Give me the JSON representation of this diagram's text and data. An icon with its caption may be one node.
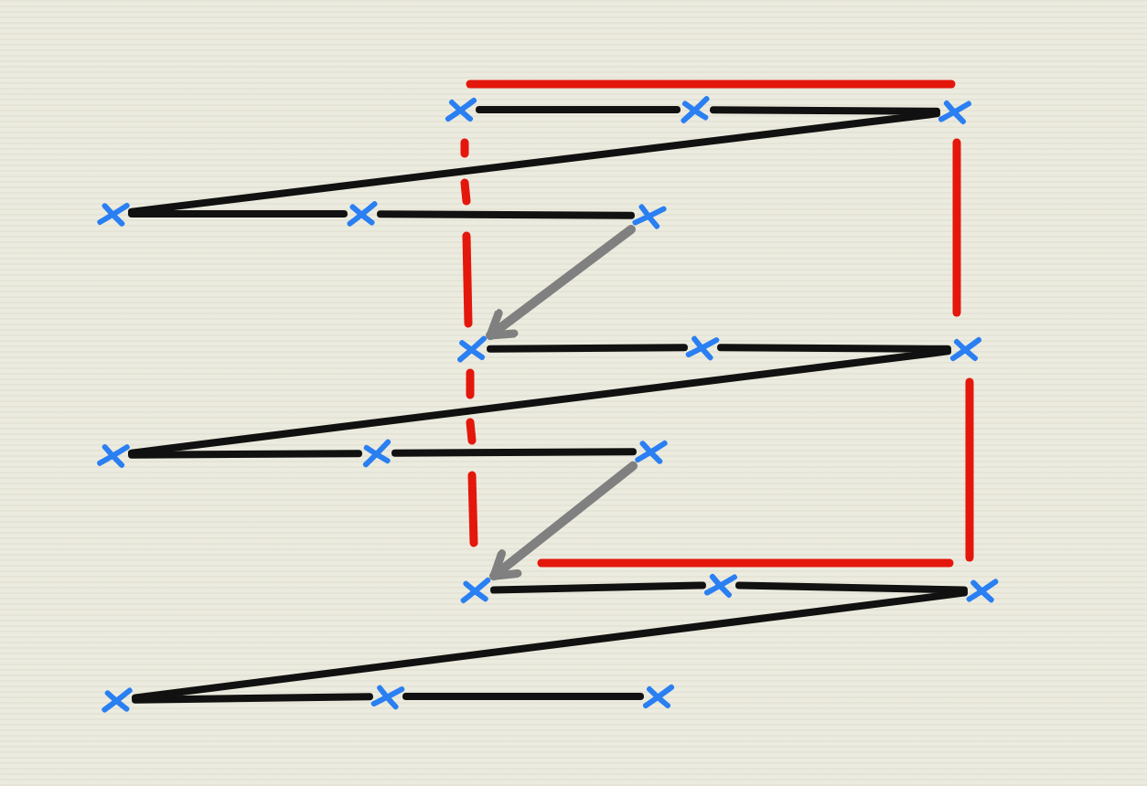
{
  "diagram": {
    "nodes": [
      {
        "text": [],
        "shape": "cross"
      },
      {
        "text": [],
        "shape": "cross"
      },
      {
        "text": [],
        "shape": "cross"
      },
      {
        "text": [],
        "shape": "cross"
      },
      {
        "text": [],
        "shape": "cross"
      },
      {
        "text": [],
        "shape": "cross"
      },
      {
        "text": [],
        "shape": "cross"
      },
      {
        "text": [],
        "shape": "cross"
      },
      {
        "text": [],
        "shape": "cross"
      },
      {
        "text": [],
        "shape": "cross"
      },
      {
        "text": [],
        "shape": "cross"
      },
      {
        "text": [],
        "shape": "cross"
      },
      {
        "text": [],
        "shape": "cross"
      },
      {
        "text": [],
        "shape": "cross"
      },
      {
        "text": [],
        "shape": "cross"
      },
      {
        "text": [],
        "shape": "cross"
      },
      {
        "text": [],
        "shape": "cross"
      },
      {
        "text": [],
        "shape": "cross"
      }
    ],
    "edges": [
      {
        "from": 0,
        "to": 1,
        "arrow": "none"
      },
      {
        "from": 1,
        "to": 2,
        "arrow": "none"
      },
      {
        "from": 2,
        "to": 3,
        "arrow": "none"
      },
      {
        "from": 3,
        "to": 4,
        "arrow": "none"
      },
      {
        "from": 4,
        "to": 5,
        "arrow": "none"
      },
      {
        "from": 5,
        "to": 6,
        "arrow": "to",
        "color": "#808080"
      },
      {
        "from": 6,
        "to": 7,
        "arrow": "none"
      },
      {
        "from": 7,
        "to": 8,
        "arrow": "none"
      },
      {
        "from": 8,
        "to": 9,
        "arrow": "none"
      },
      {
        "from": 9,
        "to": 10,
        "arrow": "none"
      },
      {
        "from": 10,
        "to": 11,
        "arrow": "none"
      },
      {
        "from": 11,
        "to": 12,
        "arrow": "to",
        "color": "#808080"
      },
      {
        "from": 12,
        "to": 13,
        "arrow": "none"
      },
      {
        "from": 13,
        "to": 14,
        "arrow": "none"
      },
      {
        "from": 14,
        "to": 15,
        "arrow": "none"
      },
      {
        "from": 15,
        "to": 16,
        "arrow": "none"
      },
      {
        "from": 16,
        "to": 17,
        "arrow": "none"
      }
    ]
  }
}
